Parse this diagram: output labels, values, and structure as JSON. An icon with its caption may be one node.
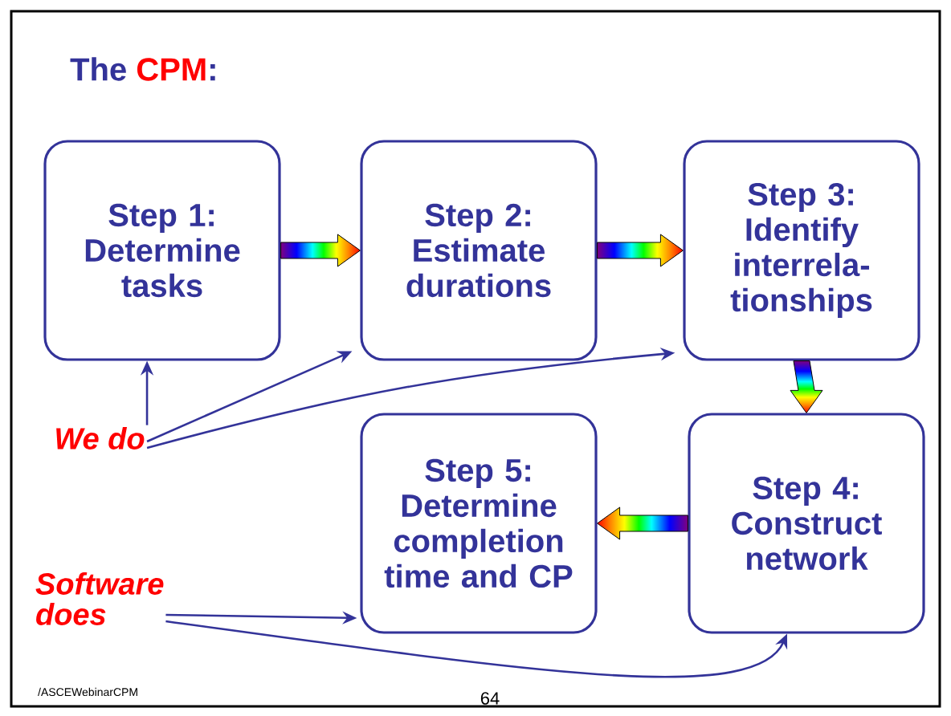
{
  "diagram": {
    "title": "The **CPM**:",
    "nodes": [
      {
        "text": [
          "Step 1: Determine tasks"
        ]
      },
      {
        "text": [
          "Step 2: Estimate durations"
        ]
      },
      {
        "text": [
          "Step 3: Identify interrela- tionships"
        ]
      },
      {
        "text": [
          "We do"
        ]
      },
      {
        "text": [
          "Step 5: Determine completion time and CP"
        ]
      },
      {
        "text": [
          "Step 4: Construct network"
        ]
      },
      {
        "text": [
          "Software does"
        ]
      }
    ],
    "edges": [
      {
        "from": 0,
        "to": 1,
        "arrow": "to",
        "style": "thick"
      },
      {
        "from": 1,
        "to": 2,
        "arrow": "to",
        "style": "thick"
      },
      {
        "from": 2,
        "to": 5,
        "arrow": "to",
        "style": "thick"
      },
      {
        "from": 5,
        "to": 4,
        "arrow": "to",
        "style": "thick"
      },
      {
        "from": 3,
        "to": 0,
        "arrow": "to"
      },
      {
        "from": 3,
        "to": 1,
        "arrow": "to"
      },
      {
        "from": 3,
        "to": 2,
        "arrow": "to"
      },
      {
        "from": 6,
        "to": 4,
        "arrow": "to"
      },
      {
        "from": 6,
        "to": 5,
        "arrow": "to"
      }
    ],
    "labels": [
      "/ASCEWebinarCPM",
      "64"
    ]
  }
}
